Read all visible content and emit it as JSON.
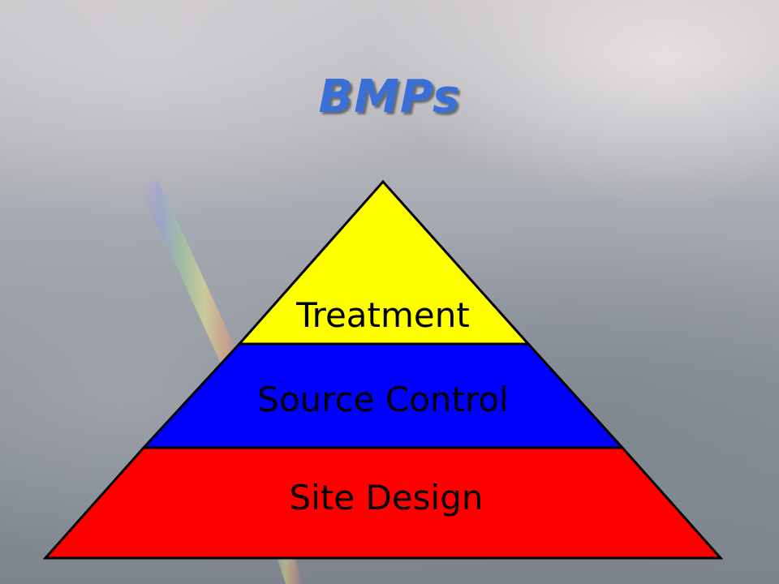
{
  "title": "BMPs",
  "tiers": [
    {
      "label": "Treatment",
      "fill": "#ffff00"
    },
    {
      "label": "Source Control",
      "fill": "#0000ff"
    },
    {
      "label": "Site Design",
      "fill": "#ff0000"
    }
  ],
  "colors": {
    "title": "#3a6fd8",
    "outline": "#000000",
    "treatment_text": "#000000",
    "source_control_text": "#000000",
    "site_design_text": "#000000"
  }
}
